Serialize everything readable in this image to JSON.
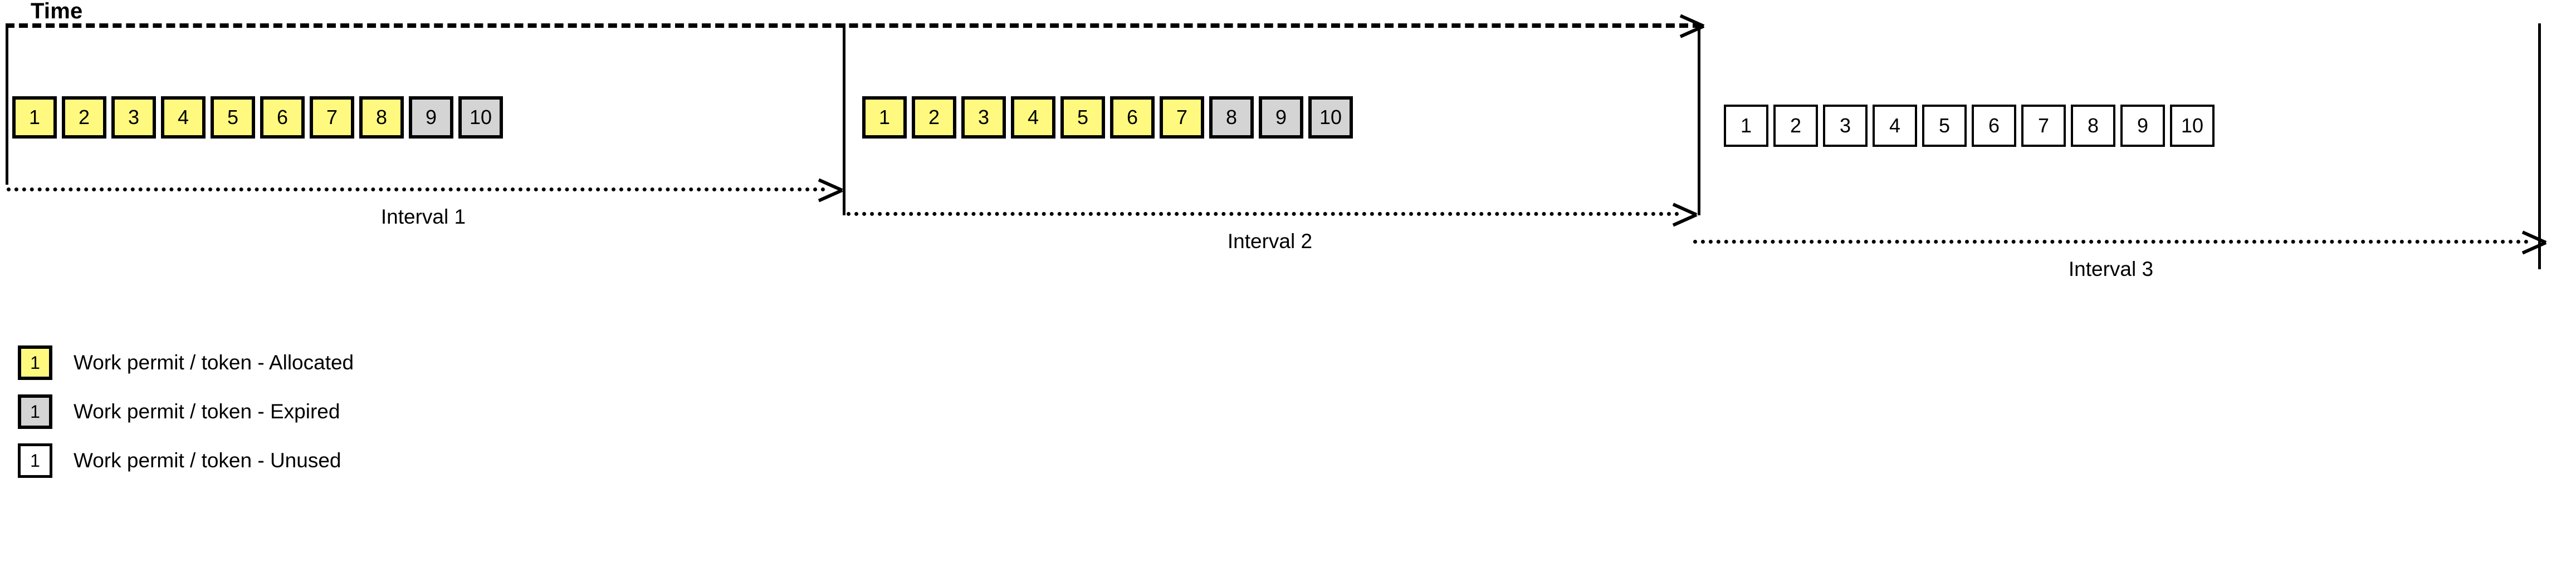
{
  "title": "Time",
  "colors": {
    "allocated": "#FFFA7F",
    "expired": "#D4D4D4",
    "unused": "#FFFFFF",
    "stroke": "#000000",
    "background": "#FFFFFF"
  },
  "intervals": [
    {
      "label": "Interval 1",
      "tokens": [
        {
          "number": "1",
          "state": "allocated"
        },
        {
          "number": "2",
          "state": "allocated"
        },
        {
          "number": "3",
          "state": "allocated"
        },
        {
          "number": "4",
          "state": "allocated"
        },
        {
          "number": "5",
          "state": "allocated"
        },
        {
          "number": "6",
          "state": "allocated"
        },
        {
          "number": "7",
          "state": "allocated"
        },
        {
          "number": "8",
          "state": "allocated"
        },
        {
          "number": "9",
          "state": "expired"
        },
        {
          "number": "10",
          "state": "expired"
        }
      ]
    },
    {
      "label": "Interval 2",
      "tokens": [
        {
          "number": "1",
          "state": "allocated"
        },
        {
          "number": "2",
          "state": "allocated"
        },
        {
          "number": "3",
          "state": "allocated"
        },
        {
          "number": "4",
          "state": "allocated"
        },
        {
          "number": "5",
          "state": "allocated"
        },
        {
          "number": "6",
          "state": "allocated"
        },
        {
          "number": "7",
          "state": "allocated"
        },
        {
          "number": "8",
          "state": "expired"
        },
        {
          "number": "9",
          "state": "expired"
        },
        {
          "number": "10",
          "state": "expired"
        }
      ]
    },
    {
      "label": "Interval 3",
      "tokens": [
        {
          "number": "1",
          "state": "unused"
        },
        {
          "number": "2",
          "state": "unused"
        },
        {
          "number": "3",
          "state": "unused"
        },
        {
          "number": "4",
          "state": "unused"
        },
        {
          "number": "5",
          "state": "unused"
        },
        {
          "number": "6",
          "state": "unused"
        },
        {
          "number": "7",
          "state": "unused"
        },
        {
          "number": "8",
          "state": "unused"
        },
        {
          "number": "9",
          "state": "unused"
        },
        {
          "number": "10",
          "state": "unused"
        }
      ]
    }
  ],
  "legend": [
    {
      "sample": "1",
      "state": "allocated",
      "text": "Work permit / token - Allocated"
    },
    {
      "sample": "1",
      "state": "expired",
      "text": "Work permit / token - Expired"
    },
    {
      "sample": "1",
      "state": "unused",
      "text": "Work permit / token - Unused"
    }
  ]
}
